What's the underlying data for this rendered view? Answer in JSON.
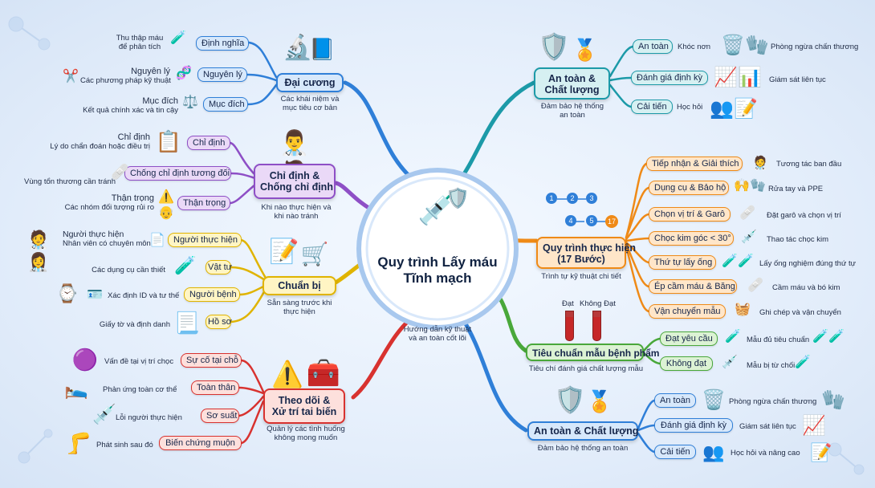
{
  "center": {
    "title_line1": "Quy trình Lấy máu",
    "title_line2": "Tĩnh mạch",
    "caption_line1": "Hướng dẫn kỹ thuật",
    "caption_line2": "và an toàn cốt lõi"
  },
  "dai_cuong": {
    "title": "Đại cương",
    "sub_line1": "Các khái niệm và",
    "sub_line2": "mục tiêu cơ bản",
    "items": [
      {
        "label": "Định nghĩa",
        "note1": "Thu thập máu",
        "note2": "để phân tích"
      },
      {
        "label": "Nguyên lý",
        "note1": "Nguyên lý",
        "note2": "Các phương pháp kỹ thuật"
      },
      {
        "label": "Mục đích",
        "note1": "Mục đích",
        "note2": "Kết quả chính xác và tin cậy"
      }
    ]
  },
  "chi_dinh": {
    "title_line1": "Chỉ định &",
    "title_line2": "Chống chỉ định",
    "sub_line1": "Khi nào thực hiện và",
    "sub_line2": "khi nào tránh",
    "items": [
      {
        "label": "Chỉ định",
        "note1": "Chỉ định",
        "note2": "Lý do chẩn đoán hoặc điều trị"
      },
      {
        "label": "Chống chỉ định tương đối",
        "note1": "Vùng tổn thương cần tránh",
        "note2": ""
      },
      {
        "label": "Thận trọng",
        "note1": "Thận trọng",
        "note2": "Các nhóm đối tượng rủi ro"
      }
    ]
  },
  "chuan_bi": {
    "title": "Chuẩn bị",
    "sub_line1": "Sẵn sàng trước khi",
    "sub_line2": "thực hiện",
    "items": [
      {
        "label": "Người thực hiện",
        "note1": "Người thực hiện",
        "note2": "Nhân viên có chuyên môn"
      },
      {
        "label": "Vật tư",
        "note1": "Các dụng cụ cần thiết",
        "note2": ""
      },
      {
        "label": "Người bệnh",
        "note1": "Xác định ID và tư thế",
        "note2": ""
      },
      {
        "label": "Hồ sơ",
        "note1": "Giấy tờ và định danh",
        "note2": ""
      }
    ]
  },
  "theo_doi": {
    "title_line1": "Theo dõi &",
    "title_line2": "Xử trí tai biến",
    "sub_line1": "Quản lý các tình huống",
    "sub_line2": "không mong muốn",
    "items": [
      {
        "label": "Sự cố tại chỗ",
        "note1": "Vấn đề tại vị trí chọc"
      },
      {
        "label": "Toàn thân",
        "note1": "Phản ứng toàn cơ thể"
      },
      {
        "label": "Sơ suất",
        "note1": "Lỗi người thực hiện"
      },
      {
        "label": "Biến chứng muộn",
        "note1": "Phát sinh sau đó"
      }
    ]
  },
  "an_toan_top": {
    "title_line1": "An toàn &",
    "title_line2": "Chất lượng",
    "sub_line1": "Đảm bảo hệ thống",
    "sub_line2": "an toàn",
    "items": [
      {
        "label": "An toàn",
        "note_a": "Khóc nơn",
        "note_b": "Phòng ngừa chấn thương"
      },
      {
        "label": "Đánh giá định kỳ",
        "note_b": "Giám sát liên tục"
      },
      {
        "label": "Cải tiến",
        "note_a": "Học hỏi"
      }
    ]
  },
  "quy_trinh": {
    "title_line1": "Quy trình thực hiện",
    "title_line2": "(17 Bước)",
    "sub": "Trình tự kỹ thuật chi tiết",
    "steps_top": [
      "1",
      "2",
      "3"
    ],
    "steps_bottom": [
      "4",
      "5",
      "17"
    ],
    "items": [
      {
        "label": "Tiếp nhận & Giải thích",
        "note": "Tương tác ban đầu"
      },
      {
        "label": "Dụng cụ & Bảo hộ",
        "note": "Rửa tay và PPE"
      },
      {
        "label": "Chọn vị trí & Garô",
        "note": "Đặt garô và chọn vị trí"
      },
      {
        "label": "Chọc kim góc < 30°",
        "note": "Thao tác chọc kim"
      },
      {
        "label": "Thứ tự lấy ống",
        "note": "Lấy ống nghiệm đúng thứ tự"
      },
      {
        "label": "Ép cầm máu & Băng",
        "note": "Cầm máu và bó kim"
      },
      {
        "label": "Vận chuyển mẫu",
        "note": "Ghi chép và vận chuyển"
      }
    ]
  },
  "tieu_chuan": {
    "title": "Tiêu chuẩn mẫu bệnh phẩm",
    "sub": "Tiêu chí đánh giá chất lượng mẫu",
    "tube_label_ok": "Đạt",
    "tube_label_bad": "Không Đạt",
    "items": [
      {
        "label": "Đạt yêu cầu",
        "note": "Mẫu đủ tiêu chuẩn"
      },
      {
        "label": "Không đạt",
        "note": "Mẫu bị từ chối"
      }
    ]
  },
  "an_toan_bottom": {
    "title": "An toàn & Chất lượng",
    "sub": "Đảm bảo hệ thống an toàn",
    "items": [
      {
        "label": "An toàn",
        "note": "Phòng ngừa chấn thương"
      },
      {
        "label": "Đánh giá định kỳ",
        "note": "Giám sát liên tục"
      },
      {
        "label": "Cải tiến",
        "note": "Học hỏi và nâng cao"
      }
    ]
  },
  "colors": {
    "blue": "#2f7fd8",
    "blue_fill": "#d7e8fb",
    "purple": "#8e4fc6",
    "purple_fill": "#ead9f7",
    "yellow": "#e0b400",
    "yellow_fill": "#fff5c4",
    "red": "#d8322f",
    "red_fill": "#fde0dc",
    "teal": "#1c9aa8",
    "teal_fill": "#d6f0f2",
    "orange": "#ef8a17",
    "orange_fill": "#ffe6c9",
    "green": "#49a83a",
    "green_fill": "#dcf2d4"
  },
  "icons": [
    "microscope-icon",
    "test-tube-icon",
    "dna-icon",
    "scale-icon",
    "doctor-patient-icon",
    "clipboard-icon",
    "arm-bandage-icon",
    "warning-icon",
    "staff-icon",
    "supplies-icon",
    "checklist-cart-icon",
    "wristband-icon",
    "form-icon",
    "bruise-icon",
    "patient-lying-icon",
    "syringe-icon",
    "leg-complication-icon",
    "warning-sign-icon",
    "first-aid-kit-icon",
    "shield-check-icon",
    "medal-icon",
    "sharps-bin-icon",
    "gloves-icon",
    "chart-icon",
    "teamwork-icon",
    "notepad-icon",
    "arm-blood-draw-icon",
    "blood-tubes-icon"
  ]
}
